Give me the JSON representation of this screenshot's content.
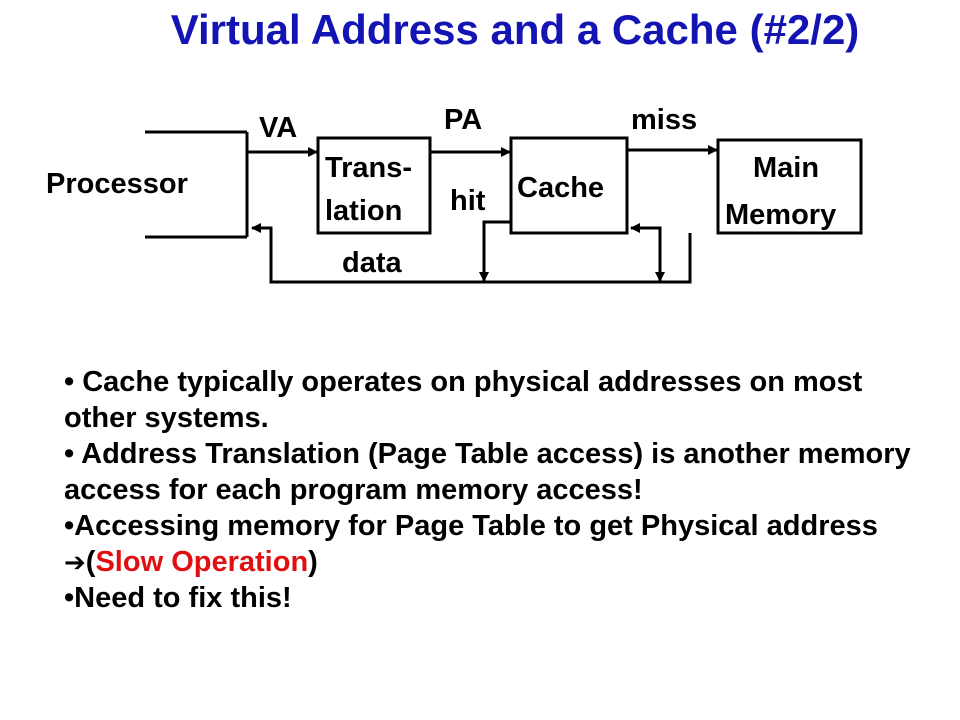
{
  "title": "Virtual Address and a Cache (#2/2)",
  "diagram": {
    "processor_label": "Processor",
    "va_label": "VA",
    "translation_line1": "Trans-",
    "translation_line2": "lation",
    "pa_label": "PA",
    "hit_label": "hit",
    "cache_label": "Cache",
    "miss_label": "miss",
    "memory_line1": "Main",
    "memory_line2": "Memory",
    "data_label": "data"
  },
  "bullets": [
    {
      "prefix": " ",
      "text": "Cache typically operates on physical addresses on most other systems."
    },
    {
      "prefix": " ",
      "text": "Address Translation (Page Table access) is another memory access for each program memory access!"
    },
    {
      "prefix": "",
      "text_before": "Accessing memory for Page Table to get Physical address ",
      "arrow": "➔",
      "paren_open": "(",
      "highlight": "Slow Operation",
      "paren_close": ")",
      "highlight_color": "#e01010"
    },
    {
      "prefix": "",
      "text": "Need to fix this!"
    }
  ],
  "colors": {
    "title": "#1414b4",
    "highlight": "#e01010"
  }
}
